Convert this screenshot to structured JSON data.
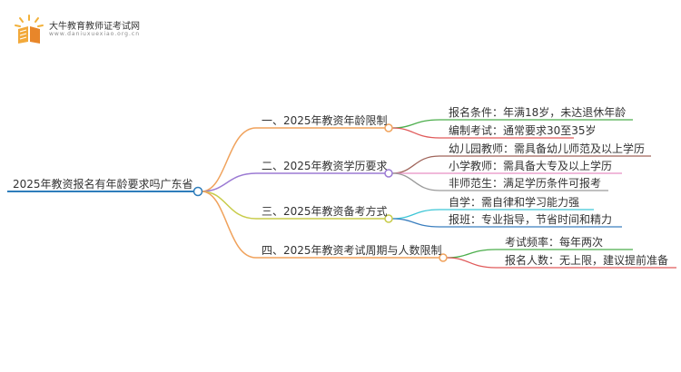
{
  "logo": {
    "title": "大牛教育教师证考试网",
    "url": "www.daniuxuexiao.org.cn",
    "icon": "book-icon"
  },
  "mindmap": {
    "root": "2025年教资报名有年龄要求吗广东省",
    "root_color": "#2e7dbb",
    "branches": [
      {
        "label": "一、2025年教资年龄限制",
        "color": "#f0a25c",
        "children": [
          {
            "label": "报名条件：年满18岁，未达退休年龄",
            "color": "#4cae4c"
          },
          {
            "label": "编制考试：通常要求30至35岁",
            "color": "#e05a5a"
          }
        ]
      },
      {
        "label": "二、2025年教资学历要求",
        "color": "#9b7ad3",
        "children": [
          {
            "label": "幼儿园教师：需具备幼儿师范及以上学历",
            "color": "#a0655b"
          },
          {
            "label": "小学教师：需具备大专及以上学历",
            "color": "#e68fc4"
          },
          {
            "label": "非师范生：满足学历条件可报考",
            "color": "#9a9a9a"
          }
        ]
      },
      {
        "label": "三、2025年教资备考方式",
        "color": "#c8cc4a",
        "children": [
          {
            "label": "自学：需自律和学习能力强",
            "color": "#3dc6d6"
          },
          {
            "label": "报班：专业指导，节省时间和精力",
            "color": "#3b7fbf"
          }
        ]
      },
      {
        "label": "四、2025年教资考试周期与人数限制",
        "color": "#f0a25c",
        "children": [
          {
            "label": "考试频率：每年两次",
            "color": "#4cae4c"
          },
          {
            "label": "报名人数：无上限，建议提前准备",
            "color": "#e05a5a"
          }
        ]
      }
    ]
  }
}
